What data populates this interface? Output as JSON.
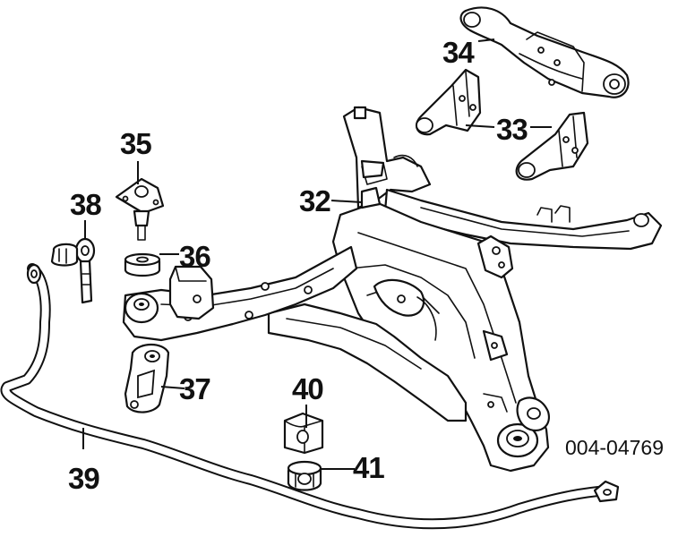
{
  "callouts": {
    "c32": "32",
    "c33": "33",
    "c34": "34",
    "c35": "35",
    "c36": "36",
    "c37": "37",
    "c38": "38",
    "c39": "39",
    "c40": "40",
    "c41": "41"
  },
  "diagram_code": "004-04769"
}
